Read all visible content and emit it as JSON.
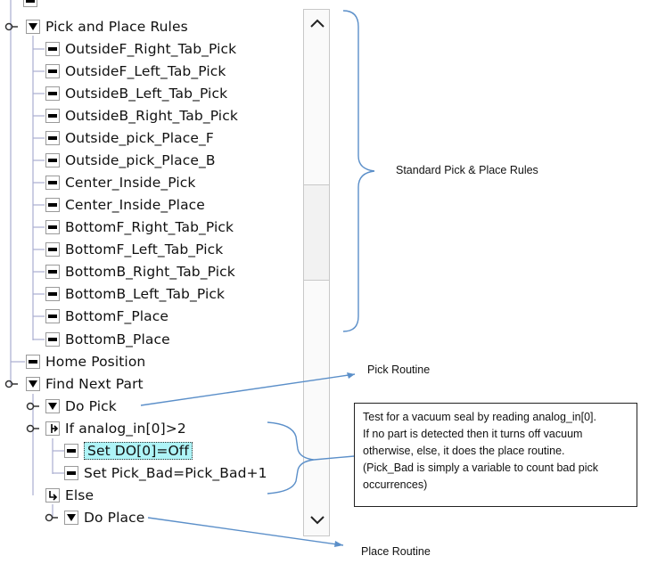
{
  "tree": {
    "pick_place_rules": "Pick and Place Rules",
    "rules": [
      "OutsideF_Right_Tab_Pick",
      "OutsideF_Left_Tab_Pick",
      "OutsideB_Left_Tab_Pick",
      "OutsideB_Right_Tab_Pick",
      "Outside_pick_Place_F",
      "Outside_pick_Place_B",
      "Center_Inside_Pick",
      "Center_Inside_Place",
      "BottomF_Right_Tab_Pick",
      "BottomF_Left_Tab_Pick",
      "BottomB_Right_Tab_Pick",
      "BottomB_Left_Tab_Pick",
      "BottomF_Place",
      "BottomB_Place"
    ],
    "home_position": "Home Position",
    "find_next_part": "Find Next Part",
    "do_pick": "Do Pick",
    "if_condition": "If analog_in[0]>2",
    "set_do": "Set DO[0]=Off",
    "set_pick_bad": "Set Pick_Bad=Pick_Bad+1",
    "else": "Else",
    "do_place": "Do Place"
  },
  "icons": {
    "rule": "command-icon",
    "expanded": "collapse-triangle-icon",
    "if": "if-branch-icon",
    "else": "else-branch-icon",
    "pin": "tree-pin-icon",
    "scroll_up": "chevron-up-icon",
    "scroll_down": "chevron-down-icon"
  },
  "annotations": {
    "standard_rules": "Standard Pick & Place Rules",
    "pick_routine": "Pick Routine",
    "place_routine": "Place Routine",
    "vacuum_note": [
      "Test for a vacuum seal by reading analog_in[0].",
      "If no part is detected then it turns off vacuum",
      "otherwise, else, it does the place routine.",
      "(Pick_Bad is simply a variable to count bad pick",
      "occurrences)"
    ]
  },
  "colors": {
    "highlight": "#aef4f7",
    "tree_line": "#9aa0c8",
    "annotation_line": "#5b8fc9"
  }
}
